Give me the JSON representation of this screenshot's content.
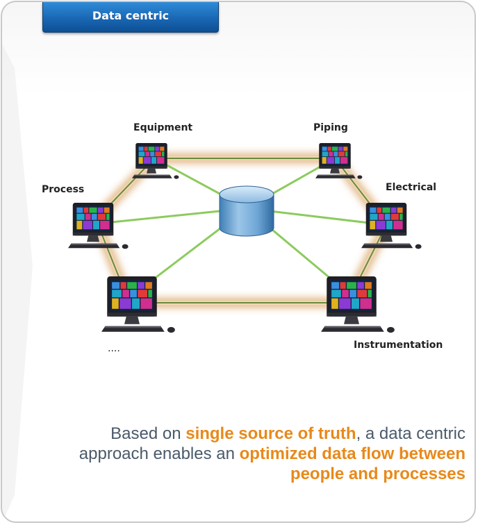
{
  "header": {
    "title": "Data centric"
  },
  "nodes": {
    "equipment": "Equipment",
    "piping": "Piping",
    "process": "Process",
    "electrical": "Electrical",
    "more": "....",
    "instrumentation": "Instrumentation"
  },
  "caption": {
    "part1": "Based on ",
    "highlight1": "single source of truth",
    "part2": ", a data centric approach enables an ",
    "highlight2": "optimized data flow between people and processes"
  },
  "colors": {
    "accent_orange": "#e8891a",
    "caption_text": "#4a5a6a",
    "header_blue": "#1a67b4",
    "spoke_green": "#8ccb5e",
    "ring_glow": "#e8c9a0"
  },
  "icons": {
    "computer": "desktop-computer-icon",
    "database": "database-cylinder-icon"
  }
}
